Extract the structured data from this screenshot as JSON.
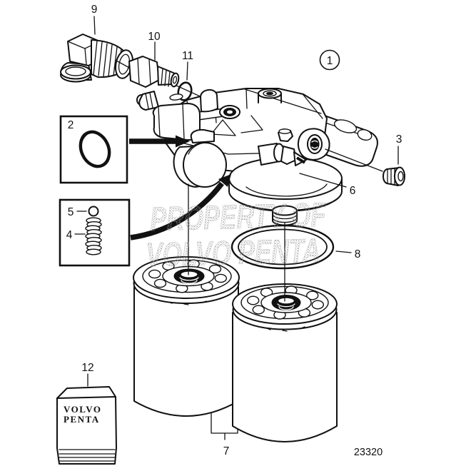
{
  "diagram": {
    "callouts": {
      "1": "1",
      "2": "2",
      "3": "3",
      "4": "4",
      "5": "5",
      "6": "6",
      "7": "7",
      "8": "8",
      "9": "9",
      "10": "10",
      "11": "11",
      "12": "12"
    },
    "watermark": {
      "line1": "PROPERTY OF",
      "line2": "VOLVO PENTA"
    },
    "package": {
      "line1": "VOLVO",
      "line2": "PENTA"
    },
    "drawing_number": "23320",
    "colors": {
      "line": "#111111",
      "background": "#ffffff",
      "watermark": "#9f9f9f"
    }
  }
}
